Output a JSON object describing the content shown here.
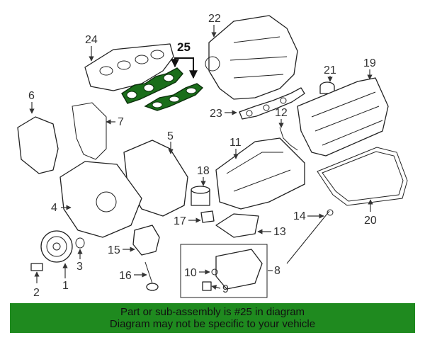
{
  "callouts": {
    "c1": "1",
    "c2": "2",
    "c3": "3",
    "c4": "4",
    "c5": "5",
    "c6": "6",
    "c7": "7",
    "c8": "8",
    "c9": "9",
    "c10": "10",
    "c11": "11",
    "c12": "12",
    "c13": "13",
    "c14": "14",
    "c15": "15",
    "c16": "16",
    "c17": "17",
    "c18": "18",
    "c19": "19",
    "c20": "20",
    "c21": "21",
    "c22": "22",
    "c23": "23",
    "c24": "24"
  },
  "highlighted_part": {
    "label": "25",
    "color": "#1a6e1a"
  },
  "banner": {
    "line1": "Part or sub-assembly is #25 in diagram",
    "line2": "Diagram may not be specific to your vehicle",
    "background": "#1f8a1f"
  }
}
